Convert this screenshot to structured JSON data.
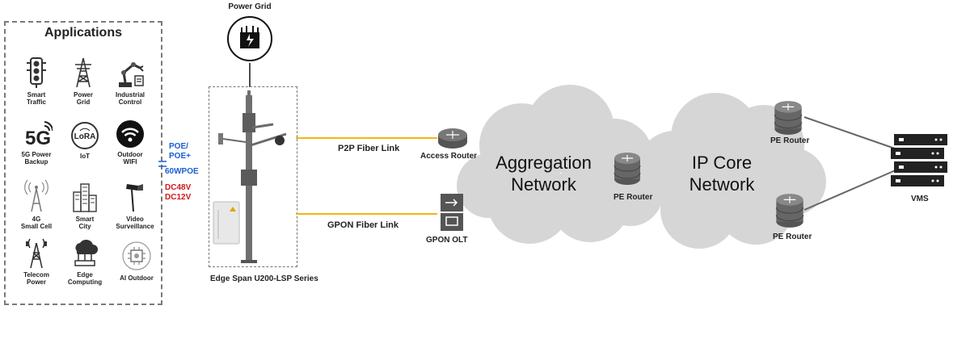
{
  "applications": {
    "title": "Applications",
    "items": [
      {
        "label": "Smart\nTraffic",
        "icon": "traffic-light-icon"
      },
      {
        "label": "Power\nGrid",
        "icon": "power-tower-icon"
      },
      {
        "label": "Industrial\nControl",
        "icon": "robot-arm-icon"
      },
      {
        "label": "5G Power\nBackup",
        "icon": "5g-icon"
      },
      {
        "label": "IoT",
        "icon": "lora-icon"
      },
      {
        "label": "Outdoor\nWIFI",
        "icon": "wifi-icon"
      },
      {
        "label": "4G\nSmall Cell",
        "icon": "antenna-icon"
      },
      {
        "label": "Smart\nCity",
        "icon": "city-icon"
      },
      {
        "label": "Video\nSurveillance",
        "icon": "camera-icon"
      },
      {
        "label": "Telecom\nPower",
        "icon": "telecom-tower-icon"
      },
      {
        "label": "Edge\nComputing",
        "icon": "edge-computing-icon"
      },
      {
        "label": "AI Outdoor",
        "icon": "ai-chip-icon"
      }
    ]
  },
  "power_grid": {
    "label": "Power Grid",
    "icon": "power-grid-icon"
  },
  "power_labels": {
    "poe": "POE/",
    "poe_plus": "POE+",
    "watt": "60WPOE",
    "dc48": "DC48V",
    "dc12": "DC12V"
  },
  "pole": {
    "caption": "Edge Span U200-LSP Series"
  },
  "links": {
    "p2p": "P2P Fiber Link",
    "gpon": "GPON Fiber Link"
  },
  "devices": {
    "access_router": "Access Router",
    "gpon_olt": "GPON OLT",
    "pe_router_mid": "PE Router",
    "pe_router_top": "PE Router",
    "pe_router_bottom": "PE Router",
    "vms": "VMS"
  },
  "clouds": {
    "aggregation": "Aggregation\nNetwork",
    "ip_core": "IP Core\nNetwork"
  },
  "colors": {
    "fiber": "#f2b517",
    "poe": "#1a5fd0",
    "dc": "#d01818",
    "cloud": "#d6d6d6"
  }
}
